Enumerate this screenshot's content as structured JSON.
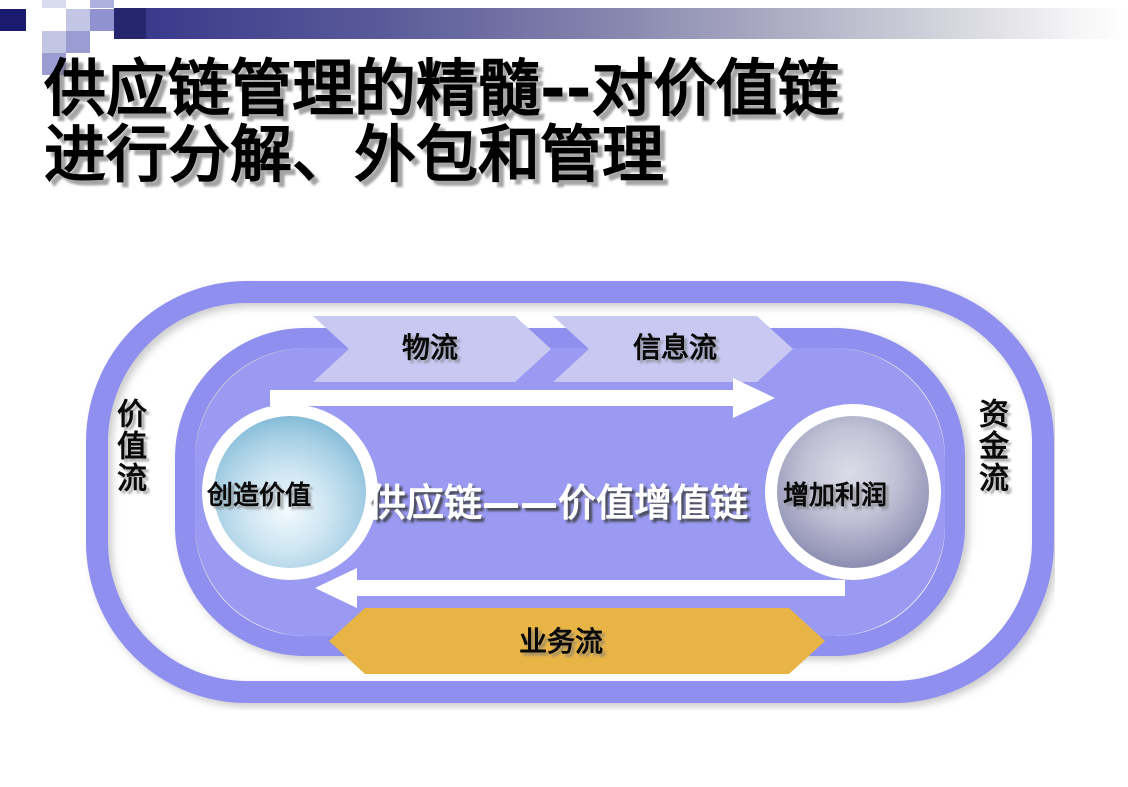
{
  "slide": {
    "background_color": "#ffffff",
    "header": {
      "bar_gradient_from": "#1f1f78",
      "bar_gradient_to": "#ffffff",
      "decor_squares": [
        {
          "name": "square-dark-navy",
          "color": "#1a1a6e"
        },
        {
          "name": "square-light-1",
          "color": "#c3c5e4"
        },
        {
          "name": "square-light-2",
          "color": "#aeb0dd"
        },
        {
          "name": "square-mid-1",
          "color": "#9a9cd2"
        },
        {
          "name": "square-mid-2",
          "color": "#8f92ce"
        },
        {
          "name": "square-pale",
          "color": "#d9dbef"
        }
      ]
    },
    "title": {
      "line1_part1": "供应链管理的精髓--",
      "line1_part2": "对价值链",
      "line2": "进行分解、外包和管理",
      "color": "#000000",
      "shadow_color": "#5a5a5a"
    }
  },
  "diagram": {
    "type": "supply-chain-loop",
    "colors": {
      "ring": "#8f8ff0",
      "inner_fill": "#9a9af2",
      "chevron_light": "#c8c8f2",
      "chevron_orange": "#e8b445",
      "arrow_white": "#ffffff",
      "circle_left_from": "#e8f4fb",
      "circle_left_to": "#8fc3de",
      "circle_right_from": "#d6d6e4",
      "circle_right_to": "#8b8bb0"
    },
    "side_labels": {
      "left": "价值流",
      "right": "资金流"
    },
    "top_chevrons": [
      {
        "name": "logistics",
        "label": "物流",
        "direction": "right",
        "color": "#c8c8f2"
      },
      {
        "name": "information-flow",
        "label": "信息流",
        "direction": "right",
        "color": "#c8c8f2"
      }
    ],
    "bottom_chevron": {
      "name": "business-flow",
      "label": "业务流",
      "direction": "left",
      "color": "#e8b445"
    },
    "nodes": [
      {
        "name": "create-value",
        "label": "创造价值",
        "position": "left"
      },
      {
        "name": "add-profit",
        "label": "增加利润",
        "position": "right"
      }
    ],
    "center_label": "供应链——价值增值链",
    "flow_arrows": [
      {
        "name": "forward-arrow",
        "direction": "right",
        "color": "#ffffff"
      },
      {
        "name": "return-arrow",
        "direction": "left",
        "color": "#ffffff"
      }
    ]
  }
}
